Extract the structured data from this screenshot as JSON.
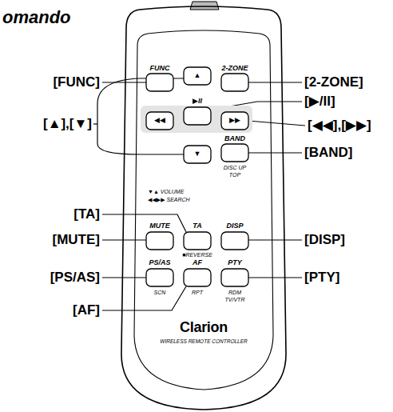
{
  "diagram": {
    "title": "omando",
    "labels": [
      "[FUNC]",
      "[▲],[▼]",
      "[TA]",
      "[MUTE]",
      "[PS/AS]",
      "[AF]",
      "[2-ZONE]",
      "[▶/II]",
      "[◀◀],[▶▶]",
      "[BAND]",
      "[DISP]",
      "[PTY]",
      "FUNC",
      "2-ZONE",
      "▲",
      "▶II",
      "◀◀",
      "▶▶",
      "▼",
      "BAND",
      "DISC UP",
      "TOP",
      "▼▲ VOLUME",
      "◀◀▶▶ SEARCH",
      "MUTE",
      "TA",
      "DISP",
      "■REVERSE",
      "PS/AS",
      "AF",
      "PTY",
      "SCN",
      "RPT",
      "RDM",
      "TV/VTR",
      "Clarion",
      "WIRELESS REMOTE CONTROLLER"
    ]
  }
}
